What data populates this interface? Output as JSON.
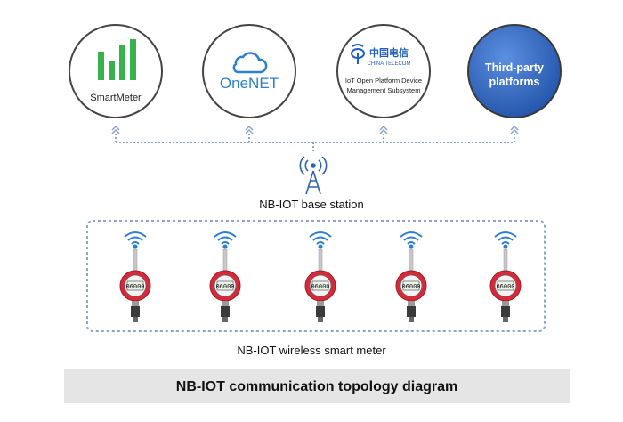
{
  "platforms": [
    {
      "id": "smartmeter",
      "label": "SmartMeter",
      "logo_icon": "bar-chart-logo-icon",
      "accent": "#37b24d"
    },
    {
      "id": "onenet",
      "label": "OneNET",
      "logo_icon": "cloud-logo-icon",
      "accent": "#2a7fd4"
    },
    {
      "id": "china-telecom",
      "brand_cn": "中国电信",
      "brand_en": "CHINA TELECOM",
      "line1": "IoT Open Platform Device",
      "line2": "Management Subsystem",
      "logo_icon": "china-telecom-logo-icon",
      "accent": "#1f5fbf"
    },
    {
      "id": "third-party",
      "line1": "Third-party",
      "line2": "platforms",
      "fill": "#2a62b8"
    }
  ],
  "base_station": {
    "label": "NB-IOT base station",
    "icon": "cell-tower-icon"
  },
  "meters": {
    "label": "NB-IOT wireless smart meter",
    "count": 5,
    "display": "06000",
    "ring_color": "#d8293b",
    "icons": [
      "wifi-signal-icon",
      "smart-meter-icon"
    ]
  },
  "footer": {
    "title": "NB-IOT communication topology diagram",
    "background": "#e5e5e5"
  },
  "colors": {
    "connector": "#8aa4cf",
    "dashed_border": "#8aa4cf",
    "circle_border": "#444444"
  }
}
